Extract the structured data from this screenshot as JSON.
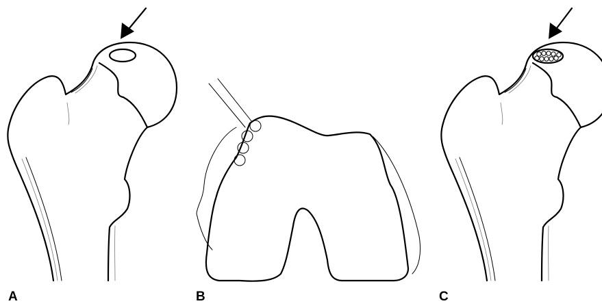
{
  "figure": {
    "panels": [
      {
        "label": "A"
      },
      {
        "label": "B"
      },
      {
        "label": "C"
      }
    ]
  },
  "colors": {
    "line": "#000000",
    "background": "#ffffff"
  }
}
